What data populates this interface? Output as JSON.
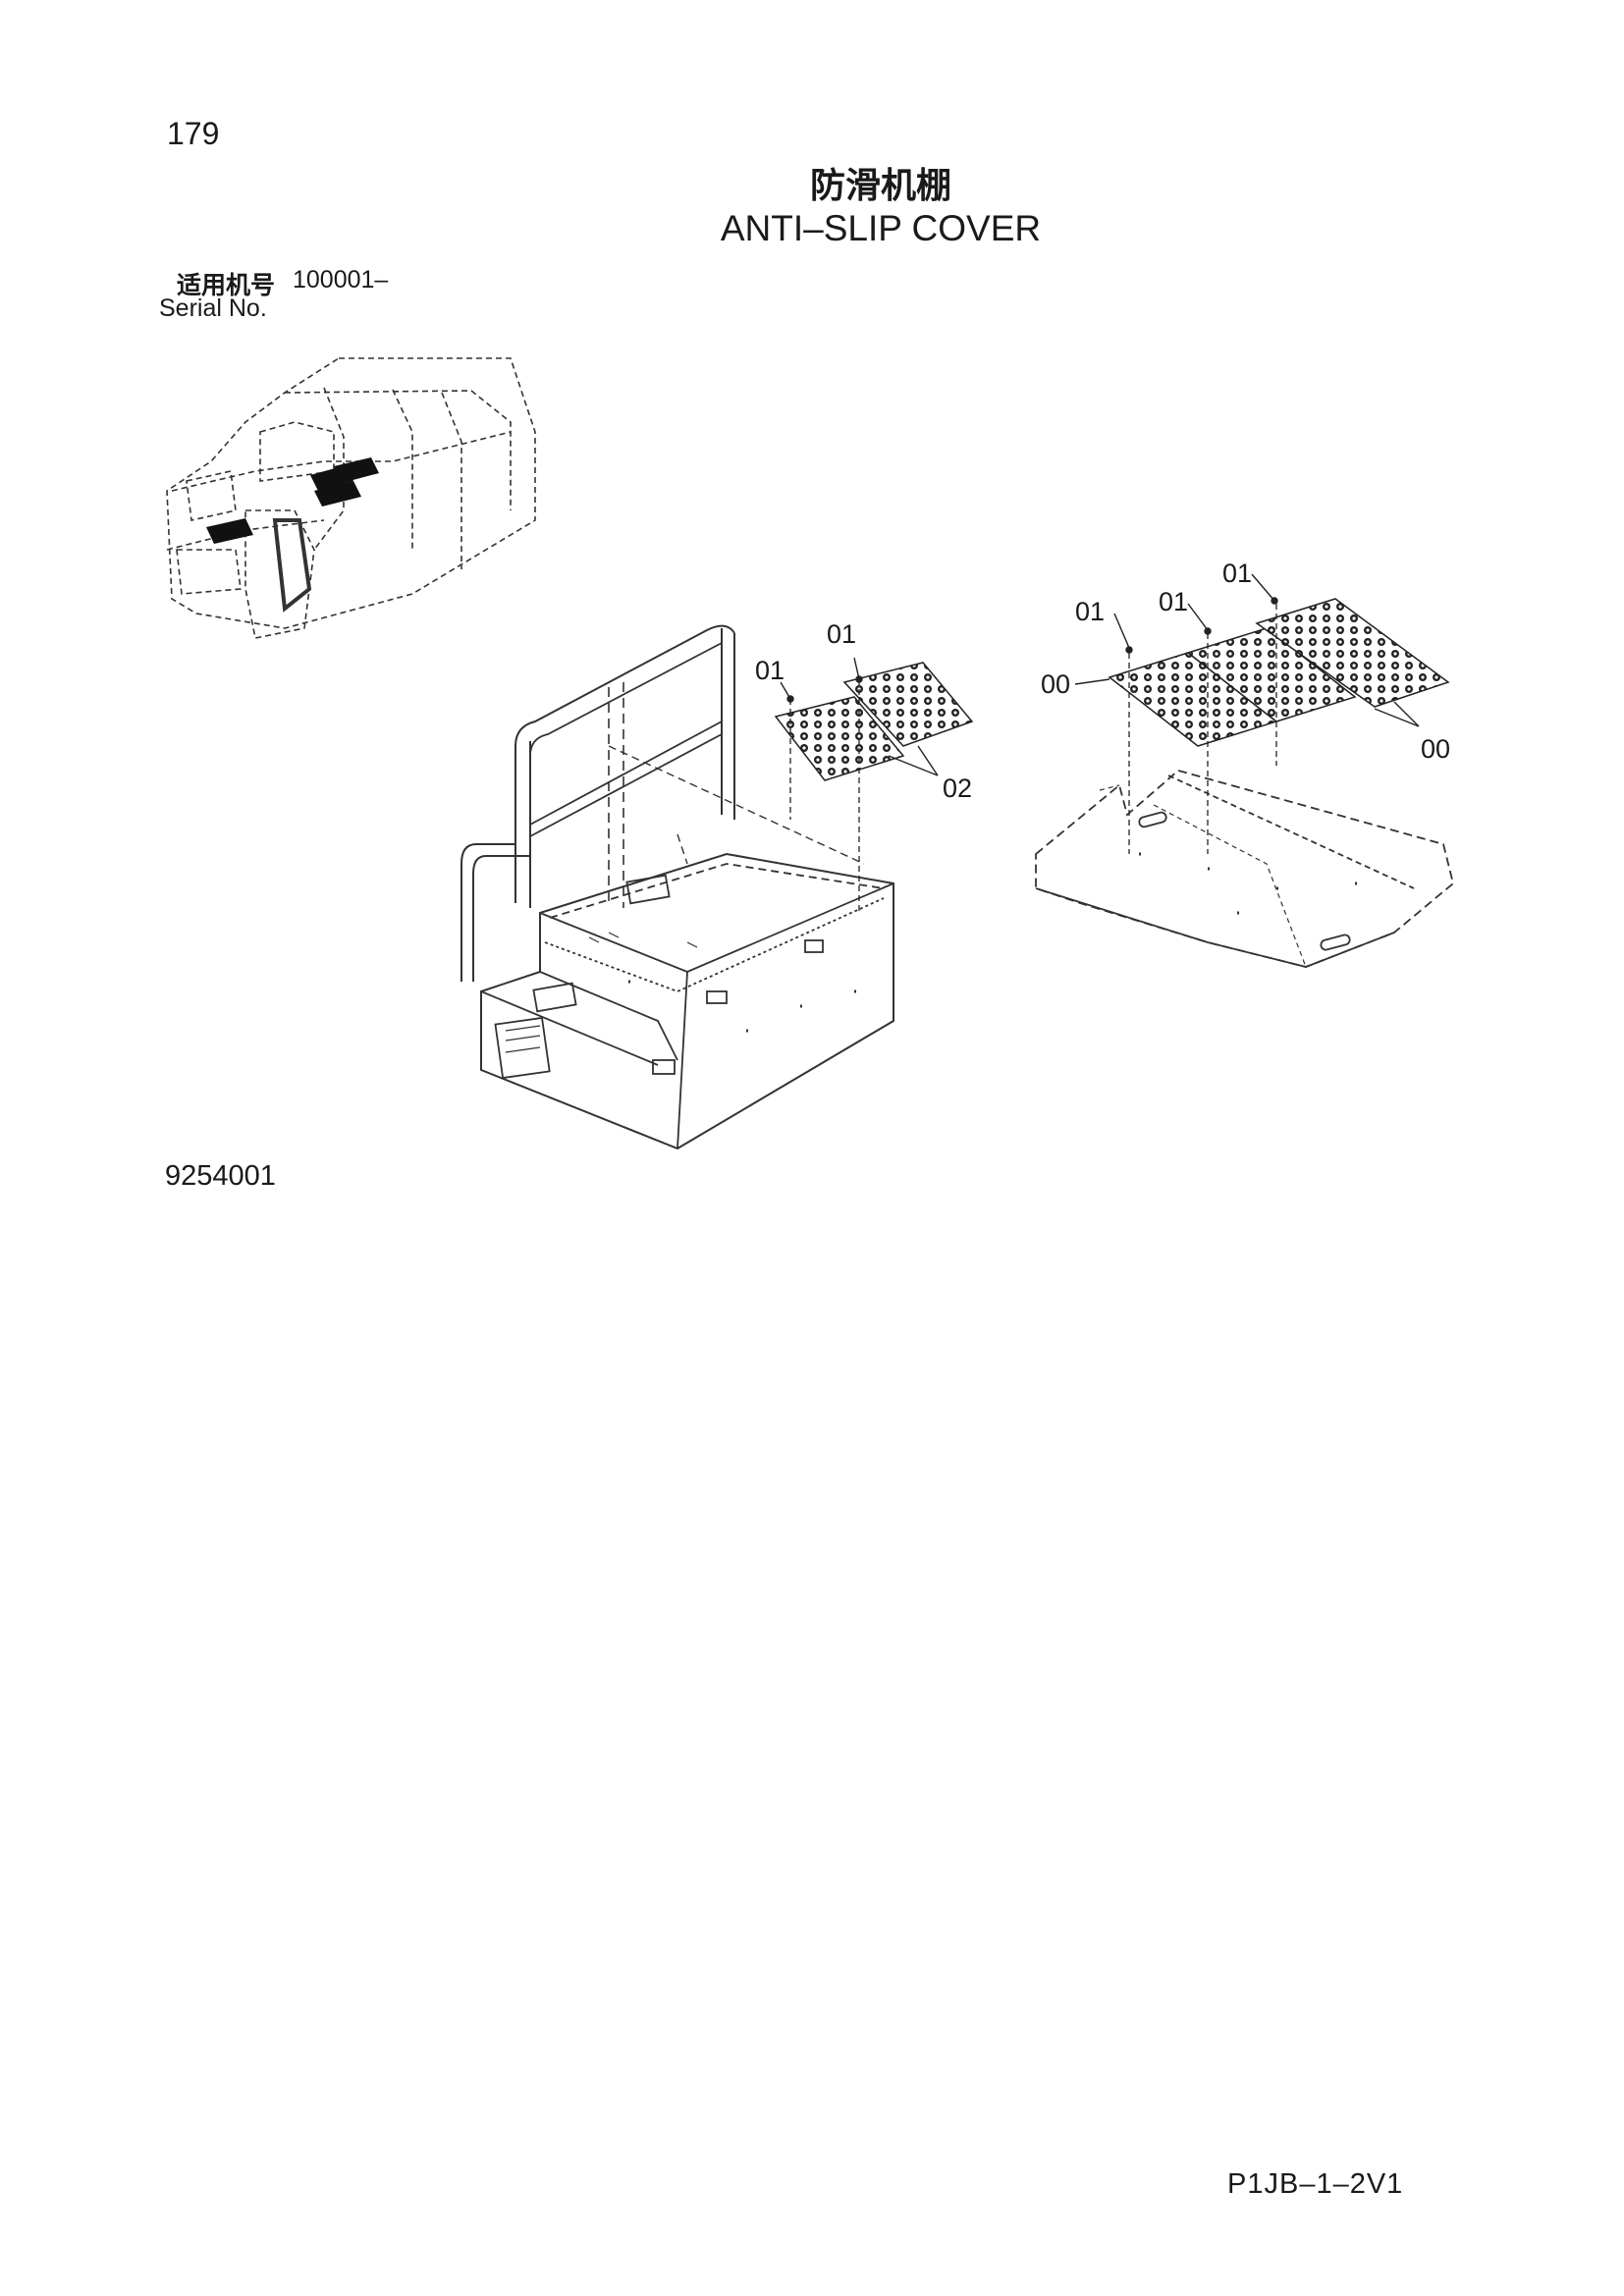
{
  "header": {
    "page_number": "179",
    "title_cn": "防滑机棚",
    "title_en": "ANTI–SLIP COVER",
    "serial_cn_label": "适用机号",
    "serial_value": "100001–",
    "serial_en_label": "Serial No."
  },
  "callouts": {
    "left_01_a": "01",
    "left_01_b": "01",
    "left_02": "02",
    "right_01_a": "01",
    "right_01_b": "01",
    "right_01_c": "01",
    "right_00_a": "00",
    "right_00_b": "00"
  },
  "footer": {
    "drawing_code": "9254001",
    "page_code": "P1JB–1–2V1"
  }
}
